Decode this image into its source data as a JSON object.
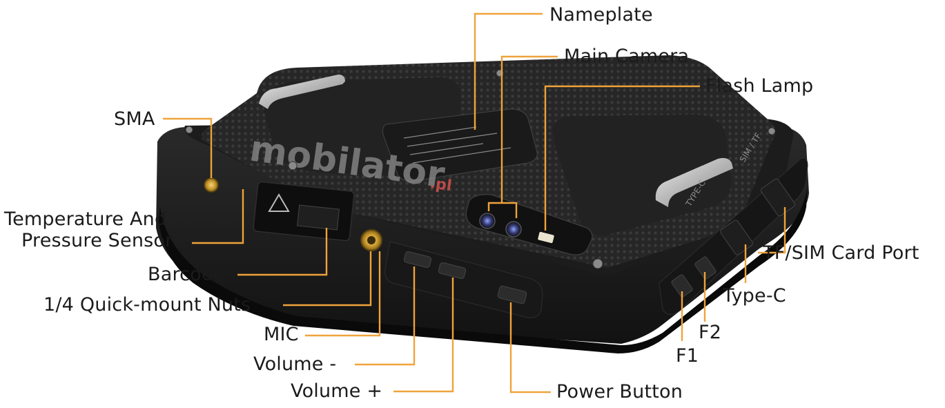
{
  "colors": {
    "callout_line": "#f0a33a",
    "device_body": "#1e1e1e",
    "device_edge": "#0d0d0d",
    "back_panel": "#2b2b2b",
    "recessed_panel": "#232323",
    "metal": "#c9c9c9",
    "watermark": "#9a9a9a",
    "watermark_accent": "#d9534f"
  },
  "watermark": {
    "text": "mobilator",
    "suffix": ".pl"
  },
  "device_markings": {
    "type_c": "TYPE-C",
    "sim_tf": "SIM / TF"
  },
  "labels": {
    "nameplate": "Nameplate",
    "main_camera": "Main Camera",
    "flash_lamp": "Flash Lamp",
    "sma": "SMA",
    "temp_sensor_line1": "Temperature And",
    "temp_sensor_line2": "Pressure Sensor",
    "barcode": "Barcode",
    "quick_mount": "1/4 Quick-mount Nuts",
    "mic": "MIC",
    "volume_minus": "Volume -",
    "volume_plus": "Volume +",
    "power_button": "Power Button",
    "tf_sim_port": "TF/SIM Card Port",
    "type_c": "Type-C",
    "f2": "F2",
    "f1": "F1"
  }
}
